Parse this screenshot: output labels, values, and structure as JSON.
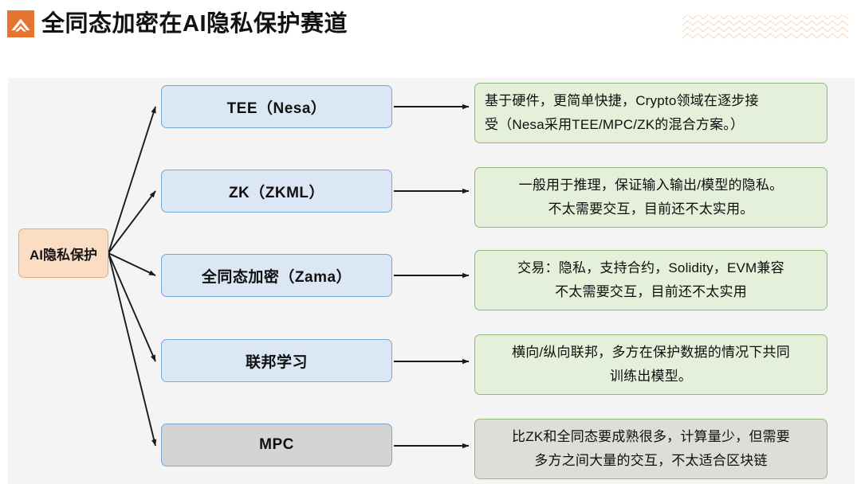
{
  "header": {
    "title": "全同态加密在AI隐私保护赛道",
    "logo_icon": "chevron-mountain-logo",
    "logo_color": "#e5752e",
    "decoration_icon": "zigzag-pattern-band",
    "decoration_color": "#f3d9c2"
  },
  "diagram": {
    "root": {
      "label": "AI隐私保护",
      "fill": "#fbddc4",
      "stroke": "#e8a977"
    },
    "branches": [
      {
        "id": "tee",
        "label": "TEE（Nesa）",
        "fill": "#dce7f5",
        "stroke": "#7ba7d4",
        "desc_lines": [
          "基于硬件，更简单快捷，Crypto领域在逐步接",
          "受（Nesa采用TEE/MPC/ZK的混合方案。）"
        ],
        "desc_fill": "#e4f0da",
        "desc_stroke": "#8fb97a",
        "desc_align": "left"
      },
      {
        "id": "zk",
        "label": "ZK（ZKML）",
        "fill": "#dce7f5",
        "stroke": "#7ba7d4",
        "desc_lines": [
          "一般用于推理，保证输入输出/模型的隐私。",
          "不太需要交互，目前还不太实用。"
        ],
        "desc_fill": "#e4f0da",
        "desc_stroke": "#8fb97a",
        "desc_align": "center"
      },
      {
        "id": "fhe",
        "label": "全同态加密（Zama）",
        "fill": "#dce7f5",
        "stroke": "#7ba7d4",
        "desc_lines": [
          "交易：隐私，支持合约，Solidity，EVM兼容",
          "不太需要交互，目前还不太实用"
        ],
        "desc_fill": "#e4f0da",
        "desc_stroke": "#8fb97a",
        "desc_align": "center"
      },
      {
        "id": "fl",
        "label": "联邦学习",
        "fill": "#dce7f5",
        "stroke": "#7ba7d4",
        "desc_lines": [
          "横向/纵向联邦，多方在保护数据的情况下共同",
          "训练出模型。"
        ],
        "desc_fill": "#e4f0da",
        "desc_stroke": "#8fb97a",
        "desc_align": "center"
      },
      {
        "id": "mpc",
        "label": "MPC",
        "fill": "#d4d4d4",
        "stroke": "#7ba7d4",
        "desc_lines": [
          "比ZK和全同态要成熟很多，计算量少，但需要",
          "多方之间大量的交互，不太适合区块链"
        ],
        "desc_fill": "#dcdfd7",
        "desc_stroke": "#8fb97a",
        "desc_align": "center"
      }
    ]
  }
}
